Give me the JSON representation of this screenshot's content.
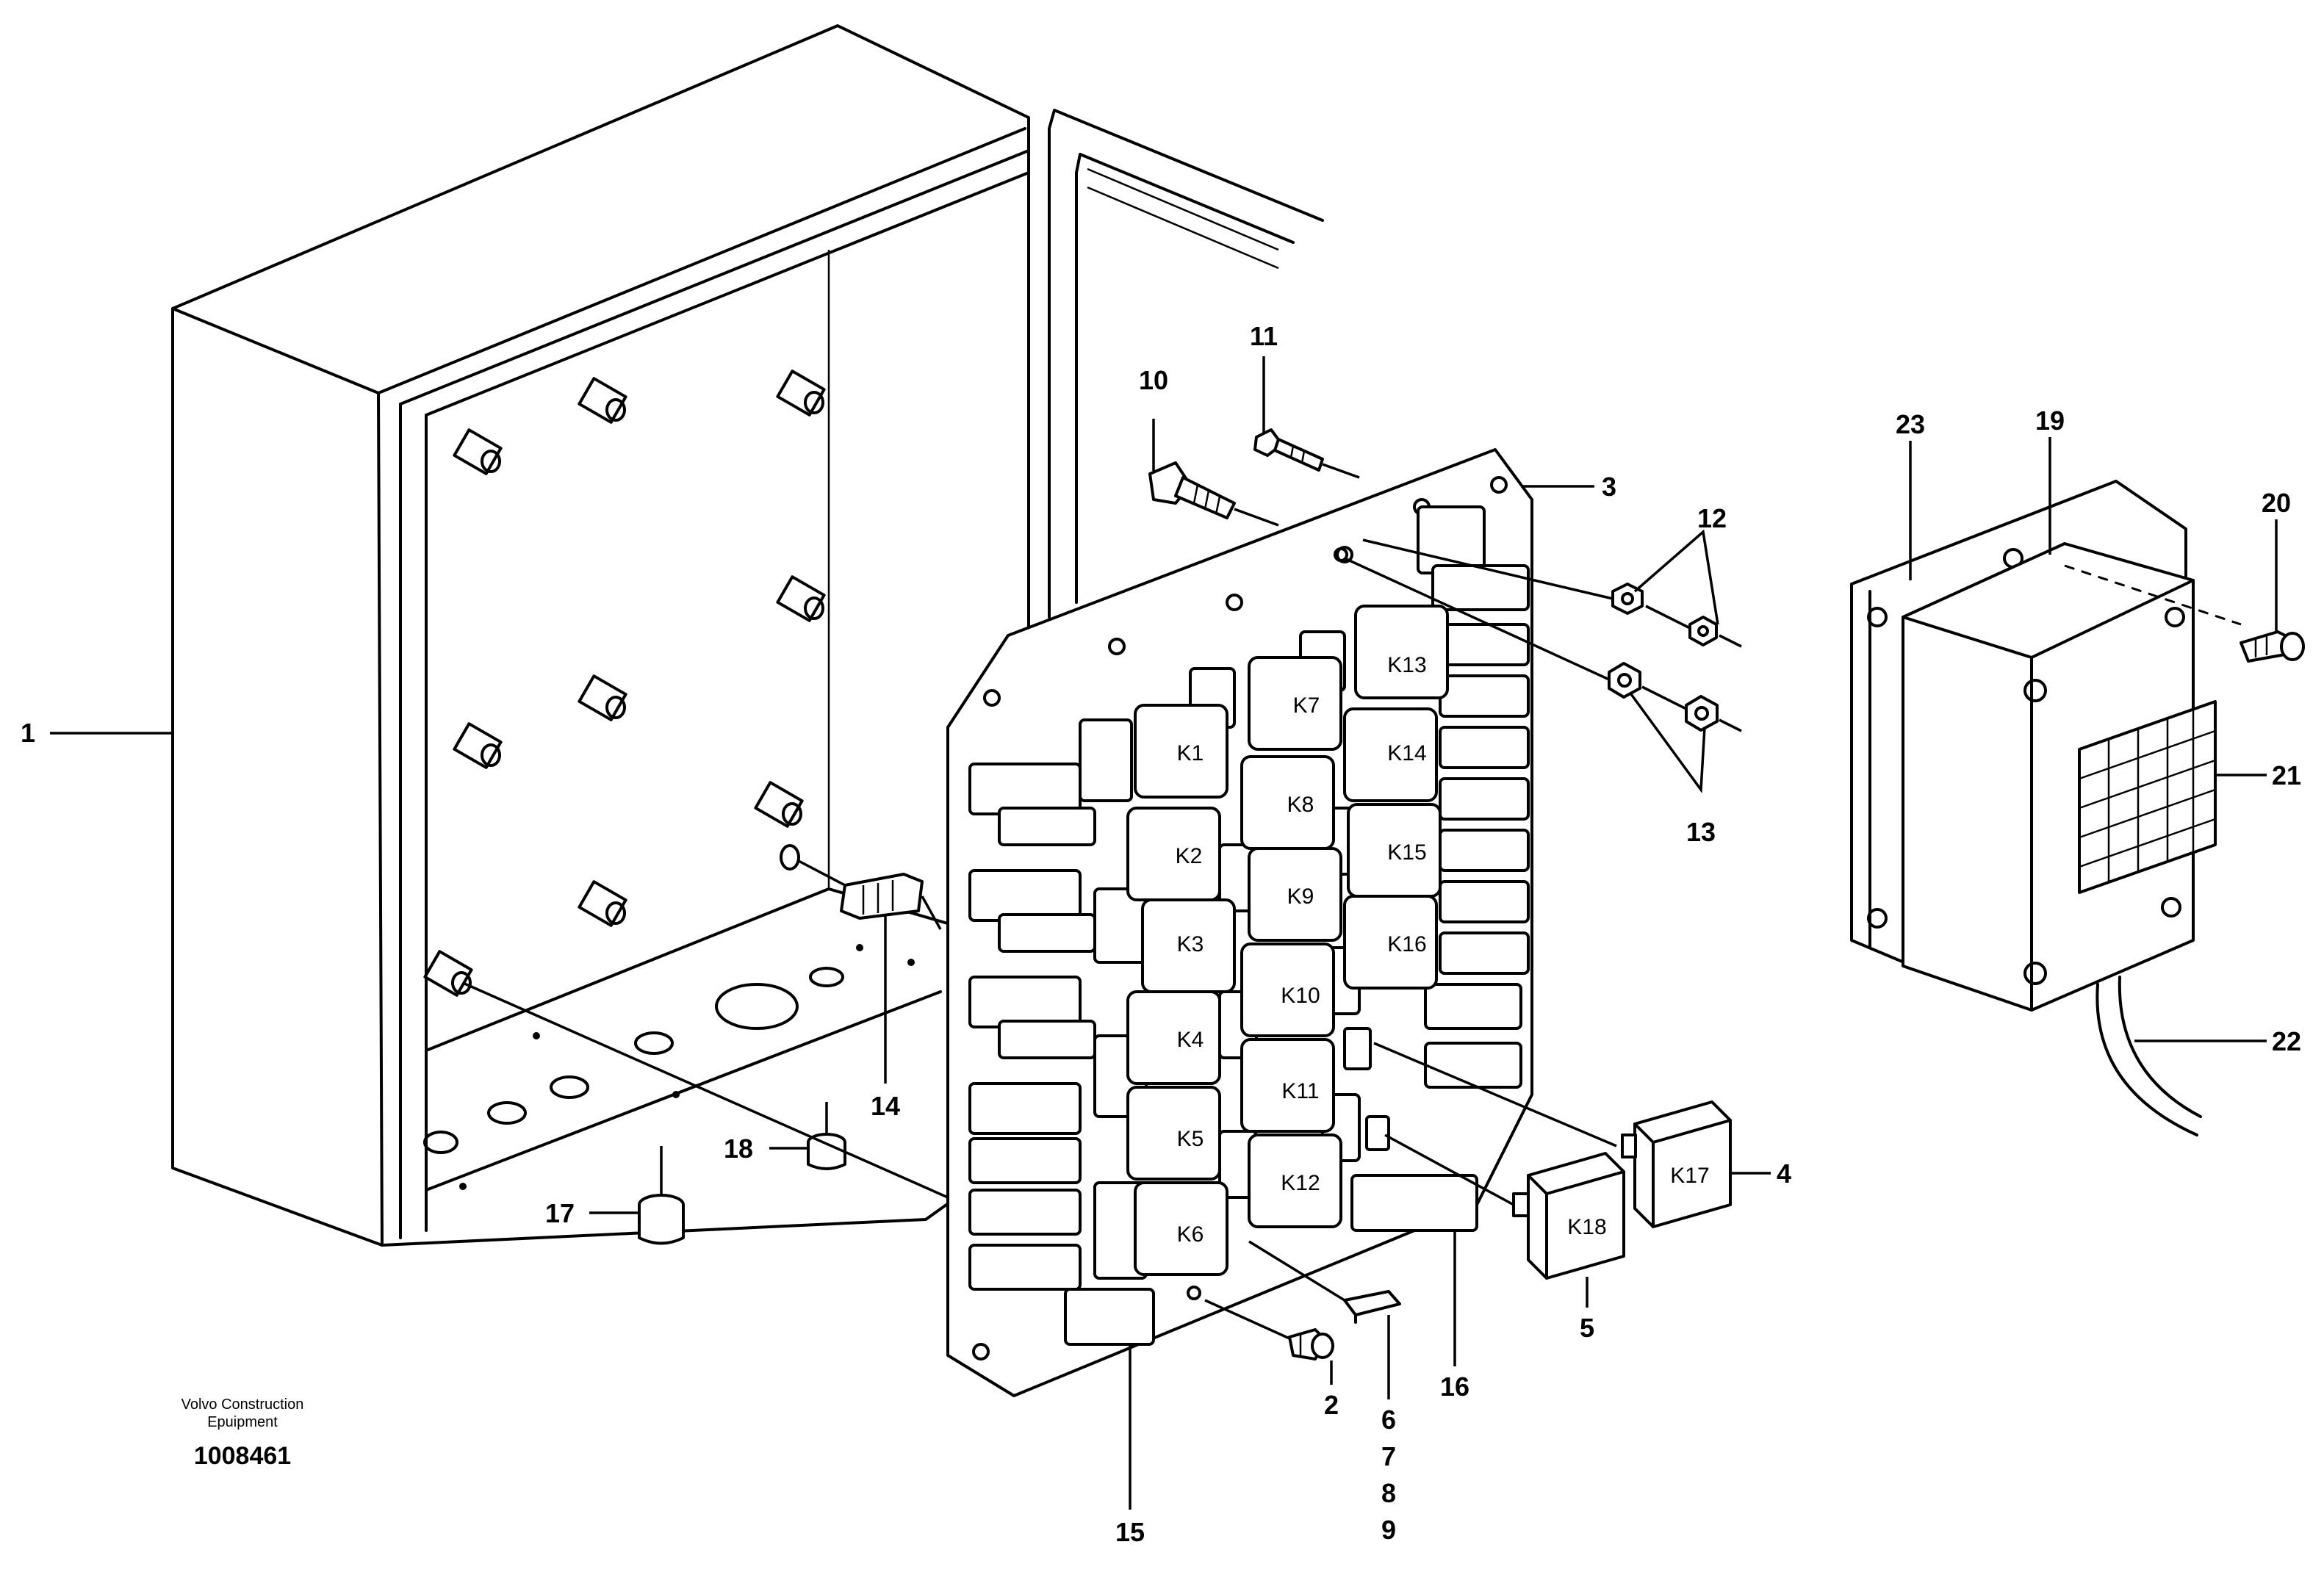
{
  "footer": {
    "company_line1": "Volvo Construction",
    "company_line2": "Epuipment",
    "document_number": "1008461"
  },
  "relays": [
    "K1",
    "K2",
    "K3",
    "K4",
    "K5",
    "K6",
    "K7",
    "K8",
    "K9",
    "K10",
    "K11",
    "K12",
    "K13",
    "K14",
    "K15",
    "K16",
    "K17",
    "K18"
  ],
  "callouts": [
    "1",
    "2",
    "3",
    "4",
    "5",
    "6",
    "7",
    "8",
    "9",
    "10",
    "11",
    "12",
    "13",
    "14",
    "15",
    "16",
    "17",
    "18",
    "19",
    "20",
    "21",
    "22",
    "23"
  ]
}
